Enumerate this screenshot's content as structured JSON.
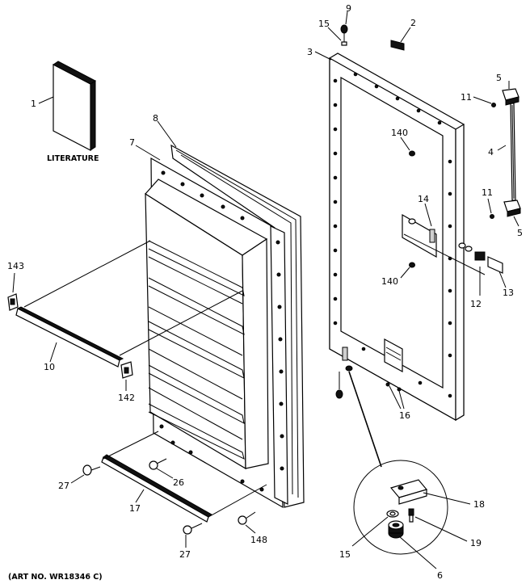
{
  "diagram": {
    "literature_caption": "LITERATURE",
    "art_number": "(ART NO. WR18346 C)",
    "callouts": {
      "c1": "1",
      "c2": "2",
      "c3": "3",
      "c4": "4",
      "c5a": "5",
      "c5b": "5",
      "c6": "6",
      "c7": "7",
      "c8": "8",
      "c9": "9",
      "c10": "10",
      "c11a": "11",
      "c11b": "11",
      "c12": "12",
      "c13": "13",
      "c14": "14",
      "c15a": "15",
      "c15b": "15",
      "c16": "16",
      "c17": "17",
      "c18": "18",
      "c19": "19",
      "c26": "26",
      "c27a": "27",
      "c27b": "27",
      "c140a": "140",
      "c140b": "140",
      "c142": "142",
      "c143": "143",
      "c148": "148"
    }
  }
}
